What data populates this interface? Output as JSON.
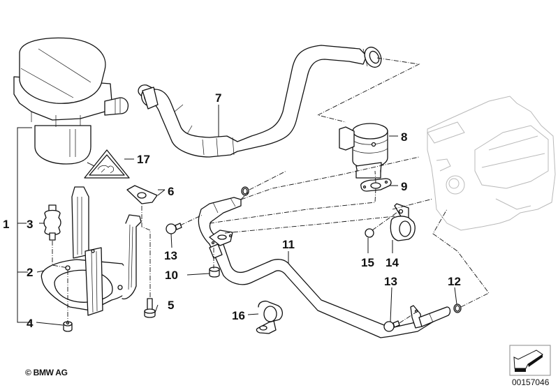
{
  "diagram": {
    "title": "Secondary air pump assembly",
    "copyright": "© BMW AG",
    "reference_number": "00157046",
    "orientation_icon": "arrow-orientation-icon",
    "callouts": [
      {
        "id": "c1",
        "label": "1",
        "part": "secondary-air-pump-set"
      },
      {
        "id": "c2",
        "label": "2",
        "part": "bracket"
      },
      {
        "id": "c3",
        "label": "3",
        "part": "rubber-mount"
      },
      {
        "id": "c4",
        "label": "4",
        "part": "nut-bottom"
      },
      {
        "id": "c5",
        "label": "5",
        "part": "bolt"
      },
      {
        "id": "c6",
        "label": "6",
        "part": "speed-nut"
      },
      {
        "id": "c7",
        "label": "7",
        "part": "air-hose"
      },
      {
        "id": "c8",
        "label": "8",
        "part": "secondary-air-valve"
      },
      {
        "id": "c9",
        "label": "9",
        "part": "gasket"
      },
      {
        "id": "c10",
        "label": "10",
        "part": "spacer-sleeve"
      },
      {
        "id": "c11",
        "label": "11",
        "part": "air-pipe"
      },
      {
        "id": "c12",
        "label": "12",
        "part": "o-ring"
      },
      {
        "id": "c13a",
        "label": "13",
        "part": "hex-bolt-upper"
      },
      {
        "id": "c13b",
        "label": "13",
        "part": "hex-bolt-lower"
      },
      {
        "id": "c14",
        "label": "14",
        "part": "pipe-clamp"
      },
      {
        "id": "c15",
        "label": "15",
        "part": "nut-cap"
      },
      {
        "id": "c16",
        "label": "16",
        "part": "clamp"
      },
      {
        "id": "c17",
        "label": "17",
        "part": "warning-label"
      }
    ]
  }
}
